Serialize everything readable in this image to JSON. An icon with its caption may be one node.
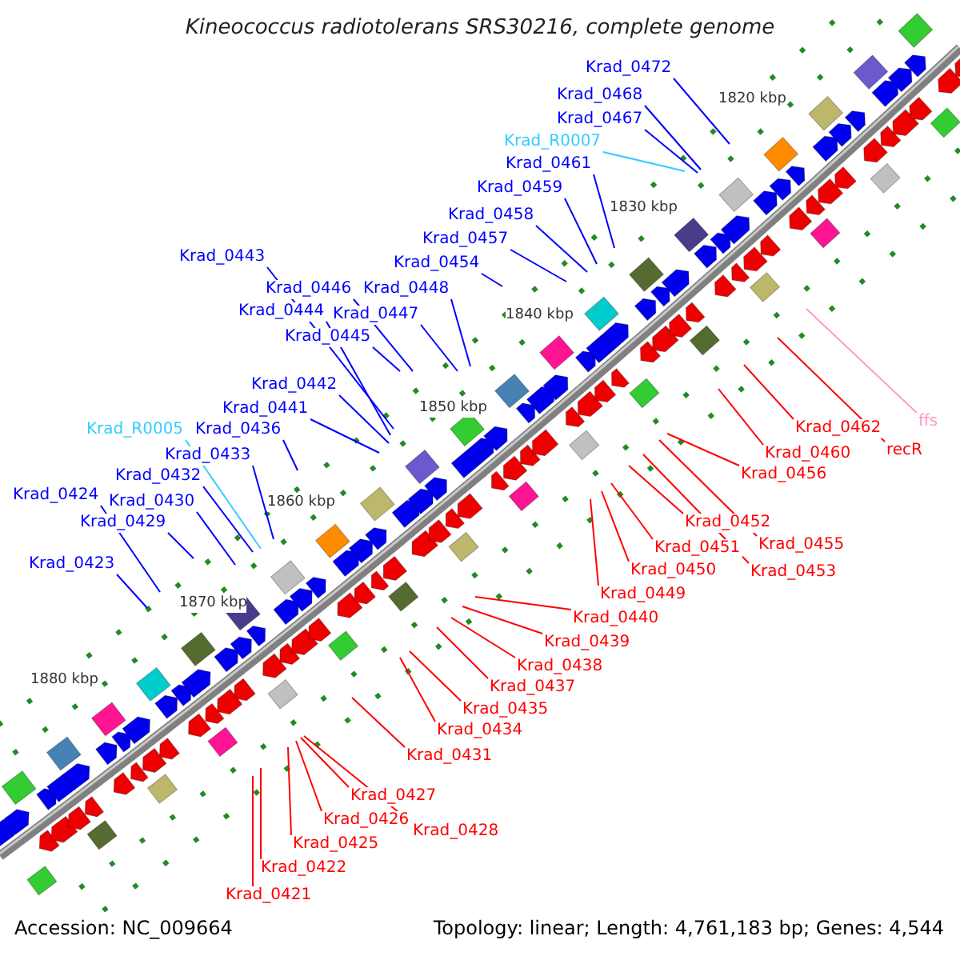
{
  "diagram": {
    "title": "Kineococcus radiotolerans SRS30216, complete genome",
    "nodes": [
      {
        "text": [
          "Krad_0472"
        ]
      },
      {
        "text": [
          "Krad_0468"
        ]
      },
      {
        "text": [
          "Krad_0467"
        ]
      },
      {
        "text": [
          "Krad_R0007"
        ]
      },
      {
        "text": [
          "Krad_0461"
        ]
      },
      {
        "text": [
          "Krad_0459"
        ]
      },
      {
        "text": [
          "Krad_0458"
        ]
      },
      {
        "text": [
          "Krad_0457"
        ]
      },
      {
        "text": [
          "Krad_0454"
        ]
      },
      {
        "text": [
          "Krad_0443"
        ]
      },
      {
        "text": [
          "Krad_0446"
        ]
      },
      {
        "text": [
          "Krad_0448"
        ]
      },
      {
        "text": [
          "Krad_0444"
        ]
      },
      {
        "text": [
          "Krad_0447"
        ]
      },
      {
        "text": [
          "Krad_0445"
        ]
      },
      {
        "text": [
          "Krad_0442"
        ]
      },
      {
        "text": [
          "Krad_0441"
        ]
      },
      {
        "text": [
          "Krad_R0005"
        ]
      },
      {
        "text": [
          "Krad_0436"
        ]
      },
      {
        "text": [
          "Krad_0433"
        ]
      },
      {
        "text": [
          "Krad_0432"
        ]
      },
      {
        "text": [
          "Krad_0424"
        ]
      },
      {
        "text": [
          "Krad_0430"
        ]
      },
      {
        "text": [
          "Krad_0429"
        ]
      },
      {
        "text": [
          "Krad_0423"
        ]
      },
      {
        "text": [
          "Krad_0462"
        ]
      },
      {
        "text": [
          "ffs"
        ]
      },
      {
        "text": [
          "recR"
        ]
      },
      {
        "text": [
          "Krad_0460"
        ]
      },
      {
        "text": [
          "Krad_0456"
        ]
      },
      {
        "text": [
          "Krad_0452"
        ]
      },
      {
        "text": [
          "Krad_0455"
        ]
      },
      {
        "text": [
          "Krad_0451"
        ]
      },
      {
        "text": [
          "Krad_0453"
        ]
      },
      {
        "text": [
          "Krad_0450"
        ]
      },
      {
        "text": [
          "Krad_0449"
        ]
      },
      {
        "text": [
          "Krad_0440"
        ]
      },
      {
        "text": [
          "Krad_0439"
        ]
      },
      {
        "text": [
          "Krad_0438"
        ]
      },
      {
        "text": [
          "Krad_0437"
        ]
      },
      {
        "text": [
          "Krad_0435"
        ]
      },
      {
        "text": [
          "Krad_0434"
        ]
      },
      {
        "text": [
          "Krad_0431"
        ]
      },
      {
        "text": [
          "Krad_0427"
        ]
      },
      {
        "text": [
          "Krad_0426"
        ]
      },
      {
        "text": [
          "Krad_0428"
        ]
      },
      {
        "text": [
          "Krad_0425"
        ]
      },
      {
        "text": [
          "Krad_0422"
        ]
      },
      {
        "text": [
          "Krad_0421"
        ]
      }
    ],
    "edges": [
      {
        "from": 0,
        "to": null,
        "arrow": "none"
      },
      {
        "from": 1,
        "to": null,
        "arrow": "none"
      },
      {
        "from": 2,
        "to": null,
        "arrow": "none"
      },
      {
        "from": 3,
        "to": null,
        "arrow": "none",
        "color": "#33ccff"
      },
      {
        "from": 4,
        "to": null,
        "arrow": "none"
      },
      {
        "from": 5,
        "to": null,
        "arrow": "none"
      },
      {
        "from": 6,
        "to": null,
        "arrow": "none"
      },
      {
        "from": 7,
        "to": null,
        "arrow": "none"
      },
      {
        "from": 8,
        "to": null,
        "arrow": "none"
      },
      {
        "from": 9,
        "to": null,
        "arrow": "none"
      },
      {
        "from": 10,
        "to": null,
        "arrow": "none"
      },
      {
        "from": 11,
        "to": null,
        "arrow": "none"
      },
      {
        "from": 12,
        "to": null,
        "arrow": "none"
      },
      {
        "from": 13,
        "to": null,
        "arrow": "none"
      },
      {
        "from": 14,
        "to": null,
        "arrow": "none"
      },
      {
        "from": 15,
        "to": null,
        "arrow": "none"
      },
      {
        "from": 16,
        "to": null,
        "arrow": "none"
      },
      {
        "from": 17,
        "to": null,
        "arrow": "none",
        "color": "#33ccff"
      },
      {
        "from": 18,
        "to": null,
        "arrow": "none"
      },
      {
        "from": 19,
        "to": null,
        "arrow": "none"
      },
      {
        "from": 20,
        "to": null,
        "arrow": "none"
      },
      {
        "from": 21,
        "to": null,
        "arrow": "none"
      },
      {
        "from": 22,
        "to": null,
        "arrow": "none"
      },
      {
        "from": 23,
        "to": null,
        "arrow": "none"
      },
      {
        "from": 24,
        "to": null,
        "arrow": "none"
      },
      {
        "from": 25,
        "to": null,
        "arrow": "none",
        "color": "#ff0000"
      },
      {
        "from": 26,
        "to": null,
        "arrow": "none",
        "color": "#ff99cc"
      },
      {
        "from": 27,
        "to": null,
        "arrow": "none",
        "color": "#ff0000"
      },
      {
        "from": 28,
        "to": null,
        "arrow": "none",
        "color": "#ff0000"
      },
      {
        "from": 29,
        "to": null,
        "arrow": "none",
        "color": "#ff0000"
      },
      {
        "from": 30,
        "to": null,
        "arrow": "none",
        "color": "#ff0000"
      },
      {
        "from": 31,
        "to": null,
        "arrow": "none",
        "color": "#ff0000"
      },
      {
        "from": 32,
        "to": null,
        "arrow": "none",
        "color": "#ff0000"
      },
      {
        "from": 33,
        "to": null,
        "arrow": "none",
        "color": "#ff0000"
      },
      {
        "from": 34,
        "to": null,
        "arrow": "none",
        "color": "#ff0000"
      },
      {
        "from": 35,
        "to": null,
        "arrow": "none",
        "color": "#ff0000"
      },
      {
        "from": 36,
        "to": null,
        "arrow": "none",
        "color": "#ff0000"
      },
      {
        "from": 37,
        "to": null,
        "arrow": "none",
        "color": "#ff0000"
      },
      {
        "from": 38,
        "to": null,
        "arrow": "none",
        "color": "#ff0000"
      },
      {
        "from": 39,
        "to": null,
        "arrow": "none",
        "color": "#ff0000"
      },
      {
        "from": 40,
        "to": null,
        "arrow": "none",
        "color": "#ff0000"
      },
      {
        "from": 41,
        "to": null,
        "arrow": "none",
        "color": "#ff0000"
      },
      {
        "from": 42,
        "to": null,
        "arrow": "none",
        "color": "#ff0000"
      },
      {
        "from": 43,
        "to": null,
        "arrow": "none",
        "color": "#ff0000"
      },
      {
        "from": 44,
        "to": null,
        "arrow": "none",
        "color": "#ff0000"
      },
      {
        "from": 45,
        "to": null,
        "arrow": "none",
        "color": "#ff0000"
      },
      {
        "from": 46,
        "to": null,
        "arrow": "none",
        "color": "#ff0000"
      },
      {
        "from": 47,
        "to": null,
        "arrow": "none",
        "color": "#ff0000"
      },
      {
        "from": 48,
        "to": null,
        "arrow": "none",
        "color": "#ff0000"
      }
    ],
    "labels": [
      "1820 kbp",
      "1830 kbp",
      "1840 kbp",
      "1850 kbp",
      "1860 kbp",
      "1870 kbp",
      "1880 kbp",
      "Accession: NC_009664",
      "Topology: linear; Length: 4,761,183 bp; Genes: 4,544"
    ]
  }
}
